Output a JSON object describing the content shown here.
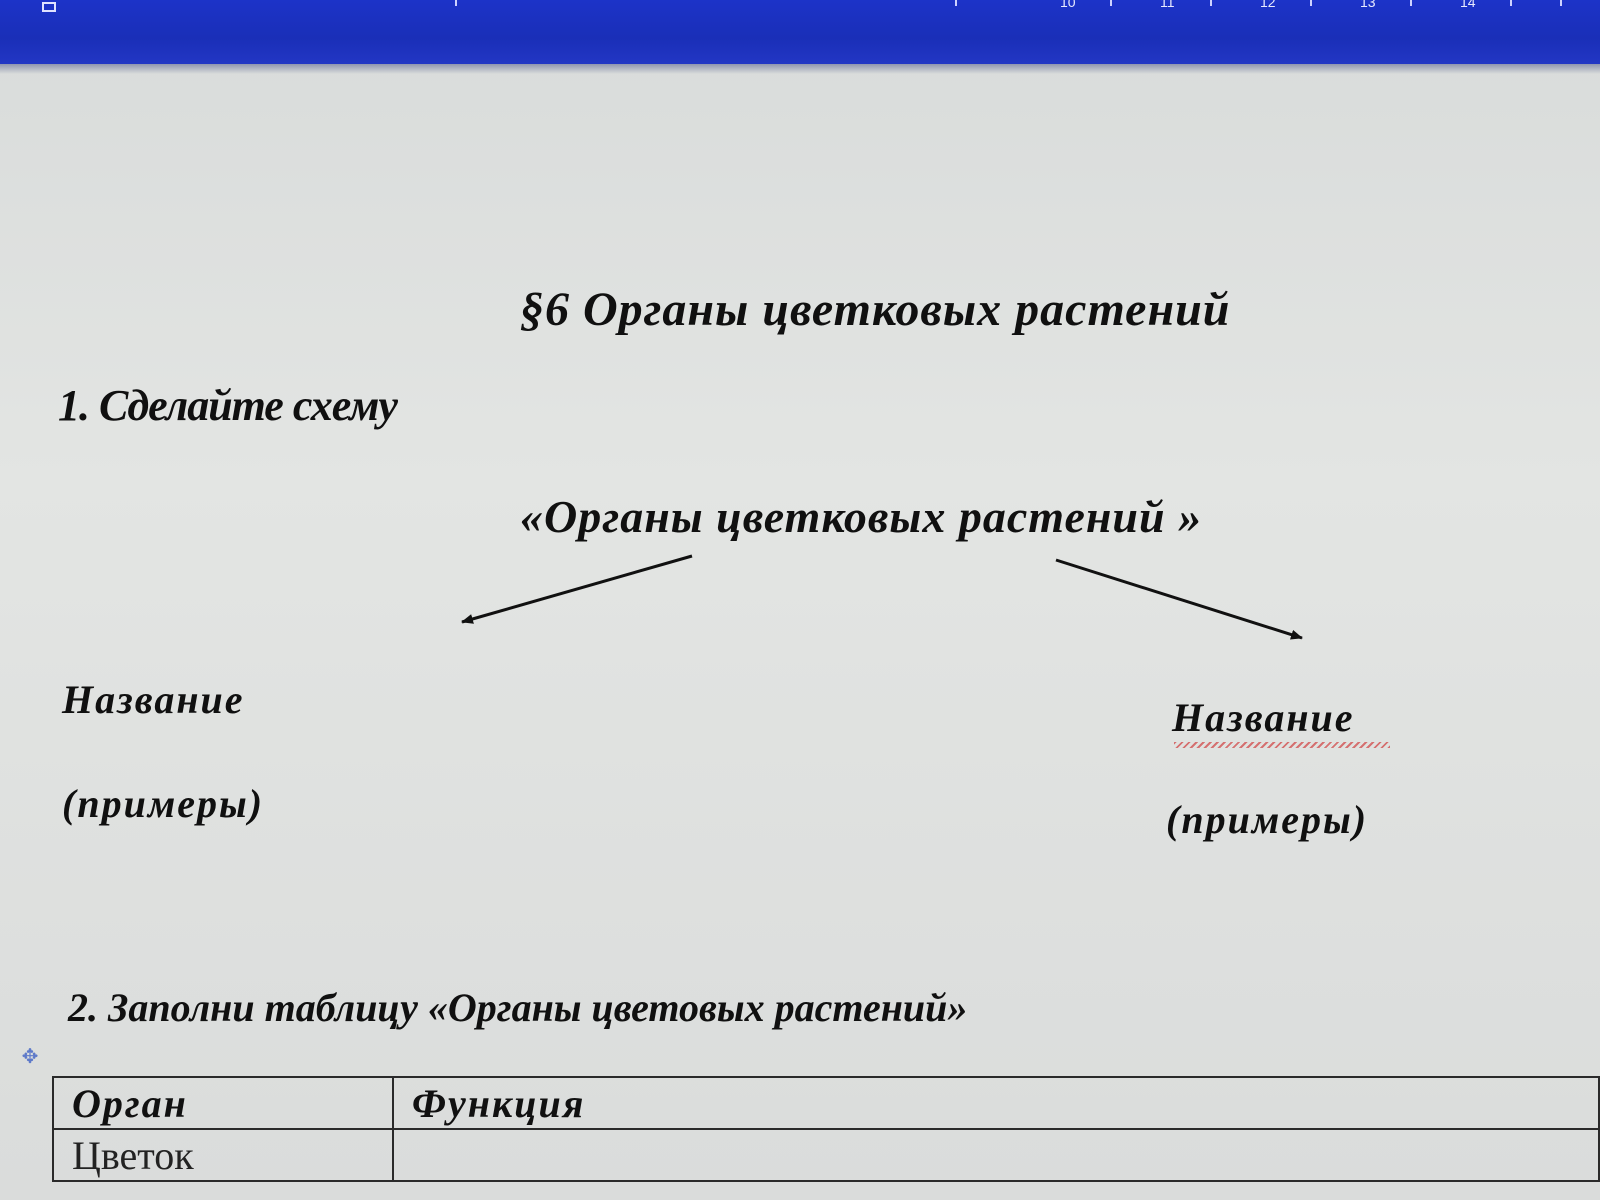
{
  "ruler": {
    "numbers": [
      "10",
      "11",
      "12",
      "13",
      "14"
    ]
  },
  "document": {
    "heading": "§6 Органы цветковых растений",
    "task1": "1. Сделайте схему",
    "scheme_title": "«Органы цветковых растений »",
    "left_name": "Название",
    "left_examples": "(примеры)",
    "right_name": "Название",
    "right_examples": "(примеры)",
    "task2": "2. Заполни таблицу «Органы цветовых растений»"
  },
  "table": {
    "headers": [
      "Орган",
      "Функция"
    ],
    "rows": [
      [
        "Цветок",
        ""
      ]
    ]
  },
  "colors": {
    "titlebar": "#1c33c8",
    "text": "#101010",
    "spellcheck_underline": "#d04040"
  },
  "icons": {
    "table_move_handle": "move-icon"
  }
}
